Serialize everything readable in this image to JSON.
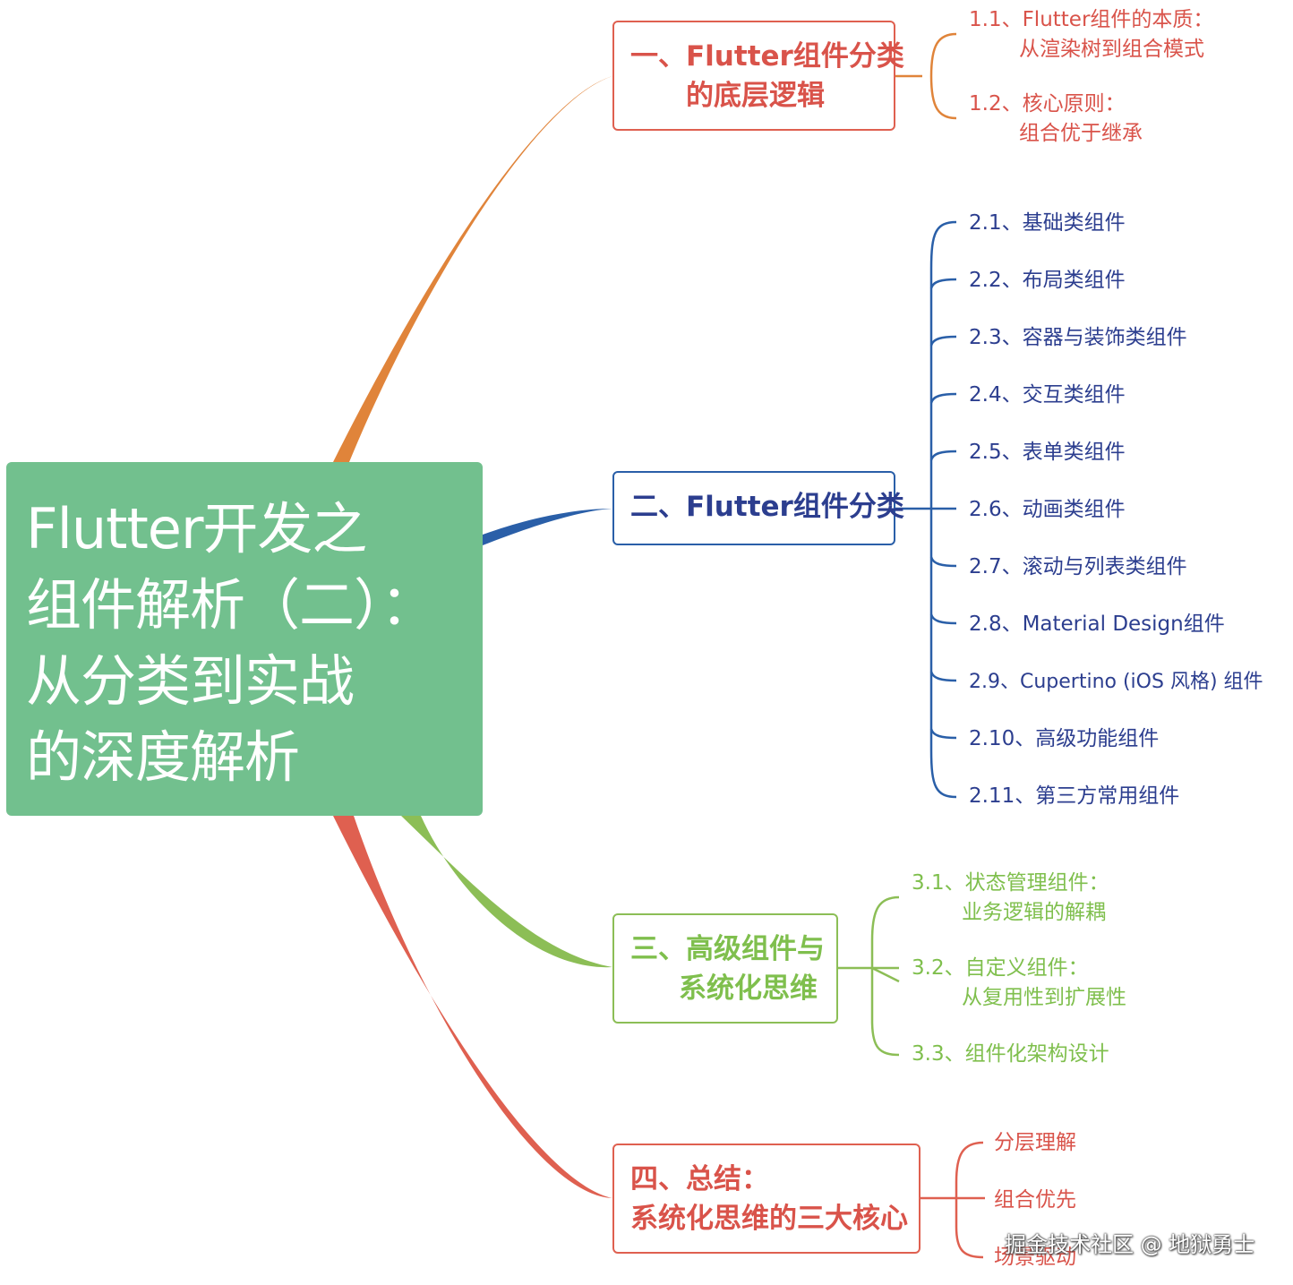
{
  "colors": {
    "root_fill": "#72c08e",
    "branch1": "#e0843a",
    "branch2": "#2a5fa8",
    "branch3": "#8cbe56",
    "branch4": "#df6050",
    "text1": "#d9534a",
    "text2": "#2c3e8f",
    "text3": "#7fbf4d",
    "text4": "#d9534a"
  },
  "root": {
    "lines": [
      "Flutter开发之",
      "组件解析（二）：",
      "从分类到实战",
      "的深度解析"
    ]
  },
  "branches": [
    {
      "id": "b1",
      "title_lines": [
        "一、Flutter组件分类",
        "的底层逻辑"
      ],
      "leaves": [
        {
          "label": "1.1、Flutter组件的本质：",
          "sub": "从渲染树到组合模式"
        },
        {
          "label": "1.2、核心原则：",
          "sub": "组合优于继承"
        }
      ]
    },
    {
      "id": "b2",
      "title_lines": [
        "二、Flutter组件分类"
      ],
      "leaves": [
        {
          "label": "2.1、基础类组件"
        },
        {
          "label": "2.2、布局类组件"
        },
        {
          "label": "2.3、容器与装饰类组件"
        },
        {
          "label": "2.4、交互类组件"
        },
        {
          "label": "2.5、表单类组件"
        },
        {
          "label": "2.6、动画类组件"
        },
        {
          "label": "2.7、滚动与列表类组件"
        },
        {
          "label": "2.8、Material Design组件"
        },
        {
          "label": "2.9、Cupertino (iOS 风格) 组件"
        },
        {
          "label": "2.10、高级功能组件"
        },
        {
          "label": "2.11、第三方常用组件"
        }
      ]
    },
    {
      "id": "b3",
      "title_lines": [
        "三、高级组件与",
        "系统化思维"
      ],
      "leaves": [
        {
          "label": "3.1、状态管理组件：",
          "sub": "业务逻辑的解耦"
        },
        {
          "label": "3.2、自定义组件：",
          "sub": "从复用性到扩展性"
        },
        {
          "label": "3.3、组件化架构设计"
        }
      ]
    },
    {
      "id": "b4",
      "title_lines": [
        "四、总结：",
        "系统化思维的三大核心"
      ],
      "leaves": [
        {
          "label": "分层理解"
        },
        {
          "label": "组合优先"
        },
        {
          "label": "场景驱动"
        }
      ]
    }
  ],
  "watermark": "掘金技术社区 @ 地狱勇士"
}
